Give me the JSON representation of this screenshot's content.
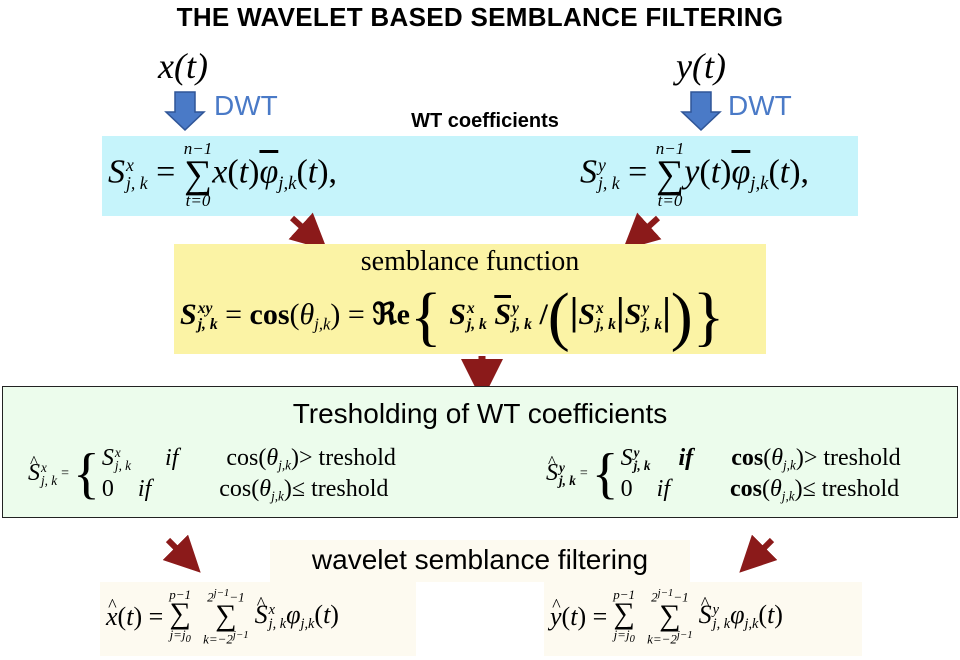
{
  "title": "THE WAVELET BASED SEMBLANCE FILTERING",
  "left_signal": "x(t)",
  "right_signal": "y(t)",
  "dwt_label": "DWT",
  "wt_label": "WT coefficients",
  "semblance_title": "semblance  function",
  "threshold_title": "Tresholding of WT coefficients",
  "filter_title": "wavelet semblance filtering",
  "formulas": {
    "cos": "cos",
    "Re": "ℜe",
    "if": "if",
    "zero": "0",
    "gt_treshold": "> treshold",
    "le_treshold": "≤ treshold",
    "sum_lo": "t=0",
    "sum_hi": "n−1",
    "outer_lo": "j=j",
    "outer_lo_sub": "0",
    "outer_hi": "p−1",
    "inner_lo": "k=−2",
    "inner_lo_sup": "j−1",
    "inner_hi": "2",
    "inner_hi_sup": "j−1",
    "inner_hi_tail": "−1"
  },
  "colors": {
    "blue_box": "#c6f4fb",
    "yellow_box": "#fbf3a5",
    "green_box": "#ecfcec",
    "arrow_blue": "#4a7ac7",
    "arrow_red": "#8b1a1a"
  }
}
